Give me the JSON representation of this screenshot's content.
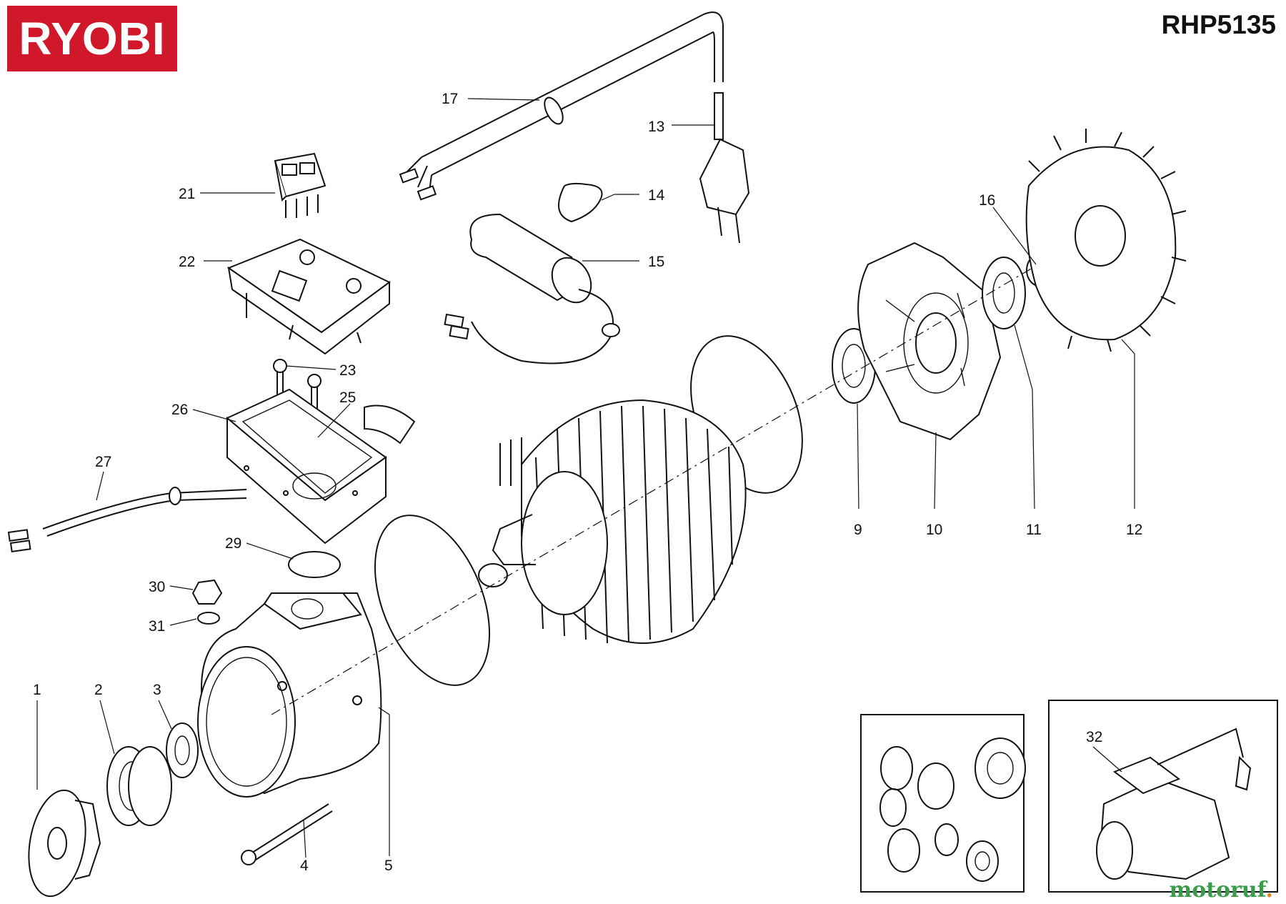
{
  "brand": {
    "logo_text": "RYOBI"
  },
  "model": "RHP5135",
  "watermark": {
    "main": "motoruf",
    "suffix": "."
  },
  "parts": [
    {
      "id": "17",
      "label": "17"
    },
    {
      "id": "13",
      "label": "13"
    },
    {
      "id": "21",
      "label": "21"
    },
    {
      "id": "14",
      "label": "14"
    },
    {
      "id": "16",
      "label": "16"
    },
    {
      "id": "22",
      "label": "22"
    },
    {
      "id": "15",
      "label": "15"
    },
    {
      "id": "23",
      "label": "23"
    },
    {
      "id": "25",
      "label": "25"
    },
    {
      "id": "26",
      "label": "26"
    },
    {
      "id": "27",
      "label": "27"
    },
    {
      "id": "29",
      "label": "29"
    },
    {
      "id": "30",
      "label": "30"
    },
    {
      "id": "31",
      "label": "31"
    },
    {
      "id": "1",
      "label": "1"
    },
    {
      "id": "2",
      "label": "2"
    },
    {
      "id": "3",
      "label": "3"
    },
    {
      "id": "4",
      "label": "4"
    },
    {
      "id": "5",
      "label": "5"
    },
    {
      "id": "9",
      "label": "9"
    },
    {
      "id": "10",
      "label": "10"
    },
    {
      "id": "11",
      "label": "11"
    },
    {
      "id": "12",
      "label": "12"
    },
    {
      "id": "32",
      "label": "32"
    }
  ]
}
